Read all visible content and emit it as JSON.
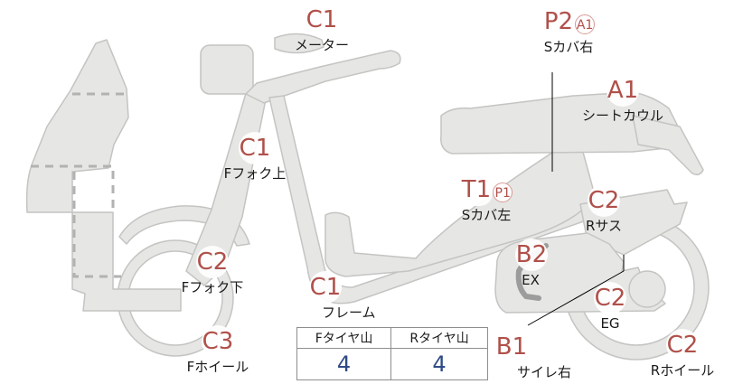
{
  "labels": {
    "meter": {
      "code": "C1",
      "name": "メーター"
    },
    "s_cover_right": {
      "code": "P2",
      "sub_code": "A1",
      "name": "Sカバ右"
    },
    "seat_cowl": {
      "code": "A1",
      "name": "シートカウル"
    },
    "f_fork_upper": {
      "code": "C1",
      "name": "Fフォク上"
    },
    "s_cover_left": {
      "code": "T1",
      "sub_code": "P1",
      "name": "Sカバ左"
    },
    "r_suspension": {
      "code": "C2",
      "name": "Rサス"
    },
    "f_fork_lower": {
      "code": "C2",
      "name": "Fフォク下"
    },
    "frame": {
      "code": "C1",
      "name": "フレーム"
    },
    "exhaust": {
      "code": "B2",
      "name": "EX"
    },
    "engine": {
      "code": "C2",
      "name": "EG"
    },
    "f_wheel": {
      "code": "C3",
      "name": "Fホイール"
    },
    "muffler_right": {
      "code": "B1",
      "name": "サイレ右"
    },
    "r_wheel": {
      "code": "C2",
      "name": "Rホイール"
    }
  },
  "tire_table": {
    "headers": [
      "Fタイヤ山",
      "Rタイヤ山"
    ],
    "values": [
      "4",
      "4"
    ]
  },
  "colors": {
    "part_fill": "#e6e6e4",
    "part_stroke": "#c4c4c2",
    "code_text": "#b0504a",
    "value_text": "#2e4a86"
  }
}
